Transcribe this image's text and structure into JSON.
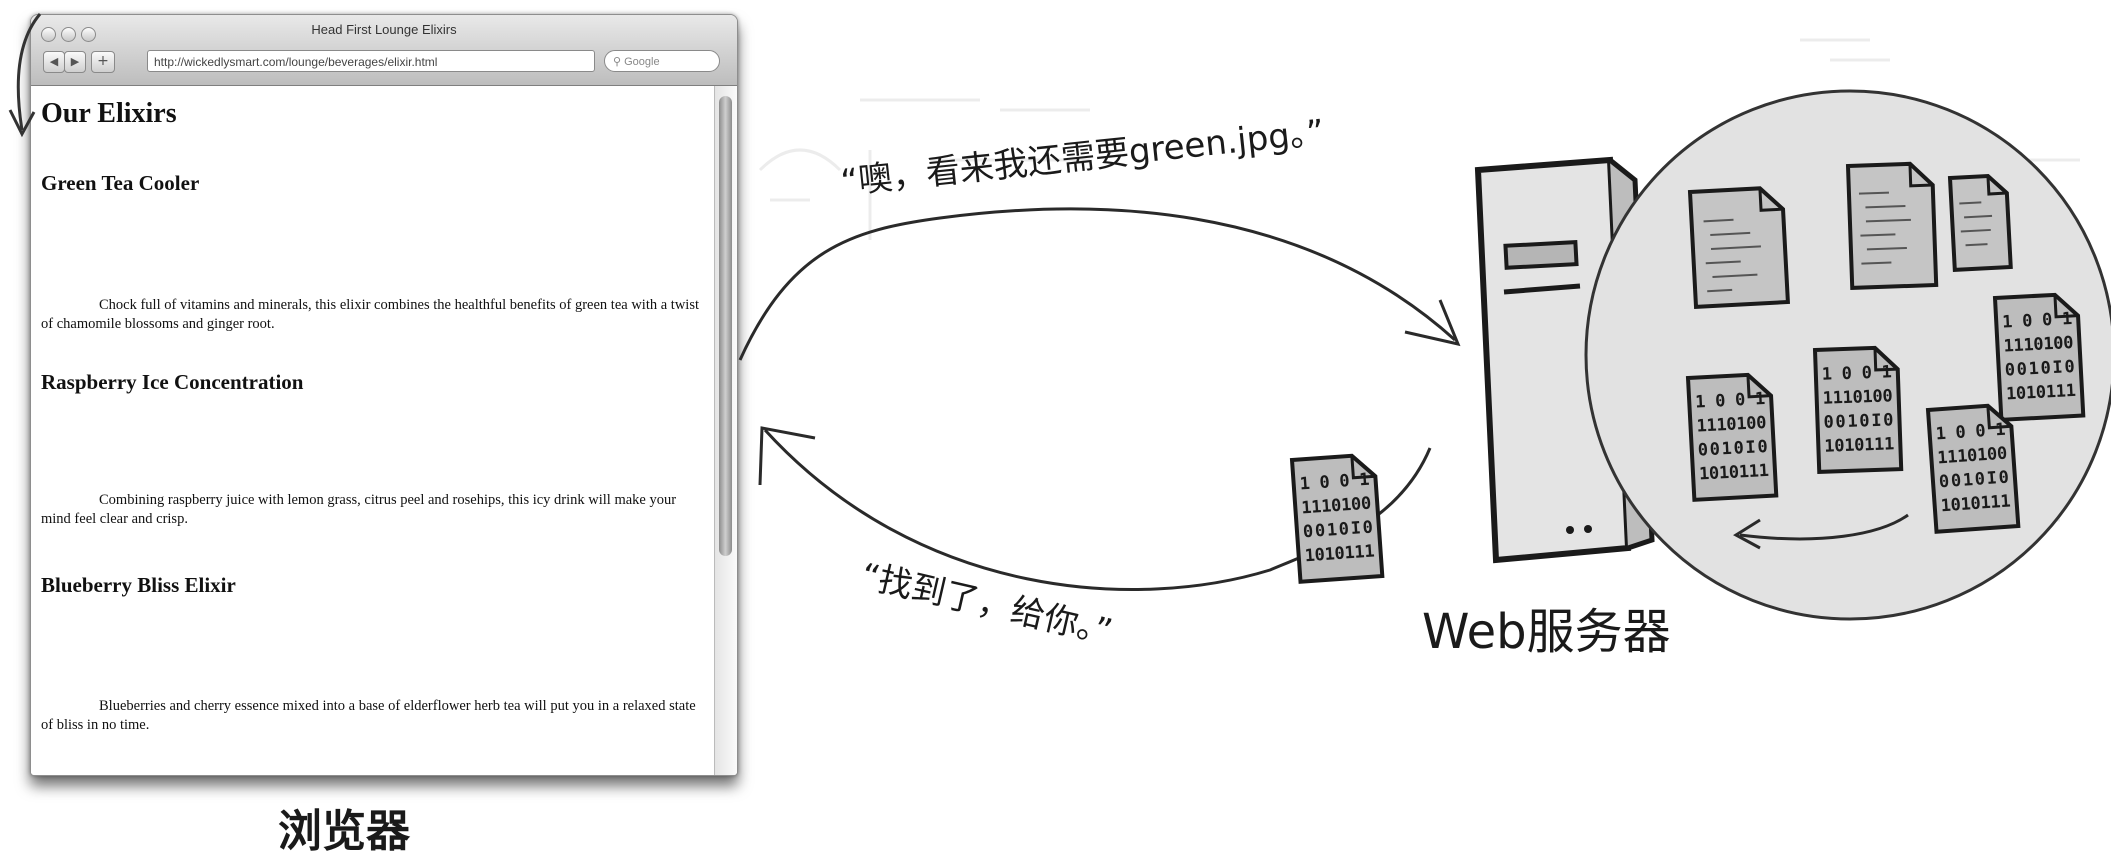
{
  "browser": {
    "window_title": "Head First Lounge Elixirs",
    "url": "http://wickedlysmart.com/lounge/beverages/elixir.html",
    "search_placeholder": "Google",
    "page": {
      "heading": "Our Elixirs",
      "items": [
        {
          "title": "Green Tea Cooler",
          "description": "Chock full of vitamins and minerals, this elixir combines the healthful benefits of green tea with a twist of chamomile blossoms and ginger root."
        },
        {
          "title": "Raspberry Ice Concentration",
          "description": "Combining raspberry juice with lemon grass, citrus peel and rosehips, this icy drink will make your mind feel clear and crisp."
        },
        {
          "title": "Blueberry Bliss Elixir",
          "description": "Blueberries and cherry essence mixed into a base of elderflower herb tea will put you in a relaxed state of bliss in no time."
        }
      ]
    }
  },
  "labels": {
    "browser": "浏览器",
    "server": "Web服务器",
    "request": "“噢，看来我还需要green.jpg。”",
    "response": "“找到了，给你。”"
  },
  "binary_file": {
    "lines": [
      "1001",
      "1110100",
      "0010I0",
      "1010111"
    ]
  },
  "colors": {
    "ink": "#1a1a1a",
    "cabinet": "#e4e4e4",
    "storage": "#e2e2e2",
    "highlight": "#bdbdbd"
  }
}
